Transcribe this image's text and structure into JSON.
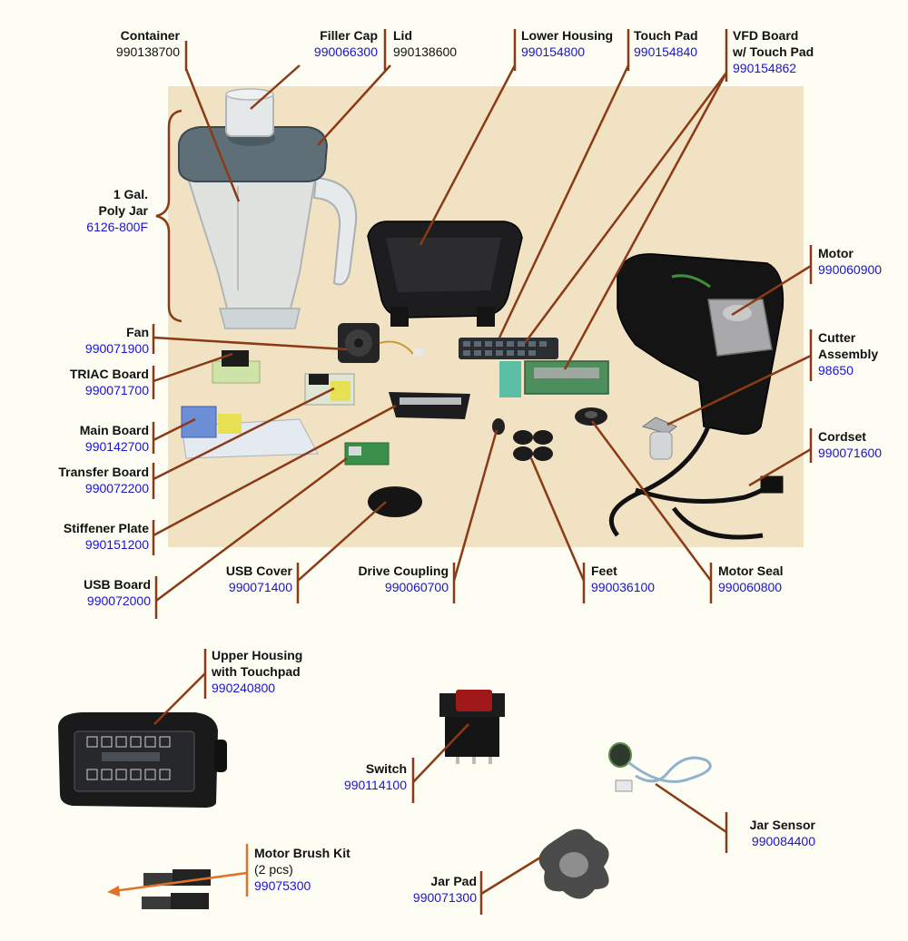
{
  "colors": {
    "leader": "#8a3b16",
    "number": "#1a12d9",
    "brush_leader": "#e0722a",
    "background": "#fdfdf4"
  },
  "parts": {
    "container": {
      "title": "Container",
      "number": "990138700"
    },
    "filler_cap": {
      "title": "Filler Cap",
      "number": "990066300"
    },
    "lid": {
      "title": "Lid",
      "number": "990138600"
    },
    "lower_housing": {
      "title": "Lower Housing",
      "number": "990154800"
    },
    "touch_pad": {
      "title": "Touch Pad",
      "number": "990154840"
    },
    "vfd_board": {
      "title_1": "VFD Board",
      "title_2": "w/ Touch Pad",
      "number": "990154862"
    },
    "poly_jar": {
      "title_1": "1 Gal.",
      "title_2": "Poly Jar",
      "number": "6126-800F"
    },
    "motor": {
      "title": "Motor",
      "number": "990060900"
    },
    "fan": {
      "title": "Fan",
      "number": "990071900"
    },
    "cutter_assembly": {
      "title_1": "Cutter",
      "title_2": "Assembly",
      "number": "98650"
    },
    "triac_board": {
      "title": "TRIAC Board",
      "number": "990071700"
    },
    "main_board": {
      "title": "Main Board",
      "number": "990142700"
    },
    "cordset": {
      "title": "Cordset",
      "number": "990071600"
    },
    "transfer_board": {
      "title": "Transfer Board",
      "number": "990072200"
    },
    "stiffener_plate": {
      "title": "Stiffener Plate",
      "number": "990151200"
    },
    "usb_board": {
      "title": "USB Board",
      "number": "990072000"
    },
    "usb_cover": {
      "title": "USB Cover",
      "number": "990071400"
    },
    "drive_coupling": {
      "title": "Drive Coupling",
      "number": "990060700"
    },
    "feet": {
      "title": "Feet",
      "number": "990036100"
    },
    "motor_seal": {
      "title": "Motor Seal",
      "number": "990060800"
    },
    "upper_housing": {
      "title_1": "Upper Housing",
      "title_2": "with Touchpad",
      "number": "990240800"
    },
    "switch": {
      "title": "Switch",
      "number": "990114100"
    },
    "jar_sensor": {
      "title": "Jar Sensor",
      "number": "990084400"
    },
    "motor_brush_kit": {
      "title": "Motor Brush Kit",
      "qty": "(2 pcs)",
      "number": "99075300"
    },
    "jar_pad": {
      "title": "Jar Pad",
      "number": "990071300"
    }
  }
}
